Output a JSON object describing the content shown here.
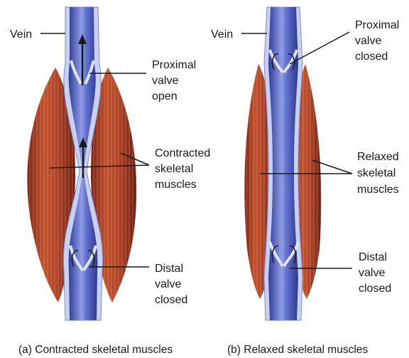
{
  "panel_a": {
    "vein_label": "Vein",
    "proximal_valve": [
      "Proximal",
      "valve",
      "open"
    ],
    "muscles": [
      "Contracted",
      "skeletal",
      "muscles"
    ],
    "distal_valve": [
      "Distal",
      "valve",
      "closed"
    ],
    "caption": "(a) Contracted skeletal muscles"
  },
  "panel_b": {
    "vein_label": "Vein",
    "proximal_valve": [
      "Proximal",
      "valve",
      "closed"
    ],
    "muscles": [
      "Relaxed",
      "skeletal",
      "muscles"
    ],
    "distal_valve": [
      "Distal",
      "valve",
      "closed"
    ],
    "caption": "(b) Relaxed skeletal muscles"
  },
  "colors": {
    "muscle": "#b5452a",
    "muscle_dark": "#8a2e1a",
    "vein": "#4a5cc0",
    "vein_light": "#9aa6e6",
    "vein_wall": "#c9d1f2"
  }
}
